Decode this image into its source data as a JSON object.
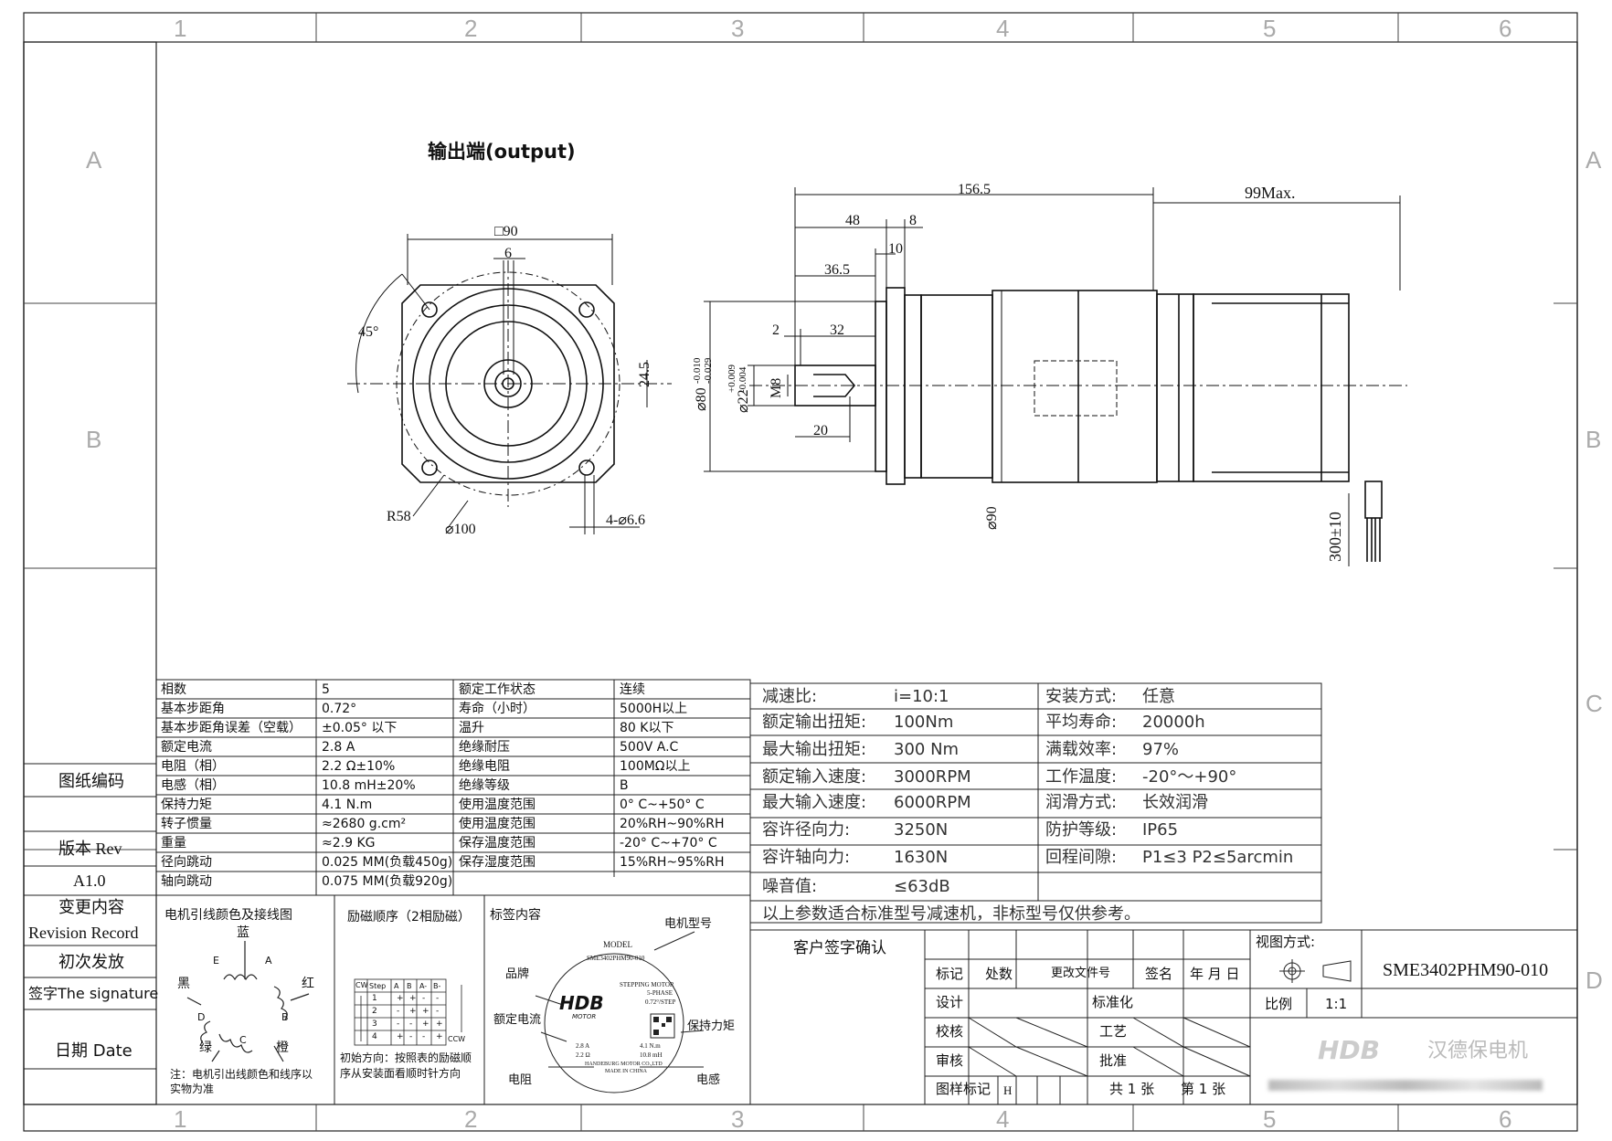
{
  "zones": {
    "columns": [
      "1",
      "2",
      "3",
      "4",
      "5",
      "6"
    ],
    "rows": [
      "A",
      "B",
      "C",
      "D"
    ]
  },
  "drawing": {
    "view_title": "输出端(output)",
    "front_dims": {
      "square": "□90",
      "key_width": "6",
      "angle": "45°",
      "key_height": "24.5",
      "radius": "R58",
      "pcd": "⌀100",
      "holes": "4-⌀6.6"
    },
    "side_dims": {
      "overall": "156.5",
      "motor_length": "99Max.",
      "d48": "48",
      "d8": "8",
      "d10": "10",
      "d36_5": "36.5",
      "d2": "2",
      "d32": "32",
      "d20": "20",
      "pilot_dia": "⌀80",
      "pilot_tol_upper": "-0.010",
      "pilot_tol_lower": "-0.029",
      "shaft_dia": "⌀22",
      "shaft_tol_upper": "+0.009",
      "shaft_tol_lower": "-0.004",
      "thread": "M8",
      "body_dia": "⌀90",
      "lead_length": "300±10"
    }
  },
  "motor_specs": [
    [
      "相数",
      "5",
      "额定工作状态",
      "连续"
    ],
    [
      "基本步距角",
      "0.72°",
      "寿命（小时）",
      "5000H以上"
    ],
    [
      "基本步距角误差（空载）",
      "±0.05° 以下",
      "温升",
      "80 K以下"
    ],
    [
      "额定电流",
      "2.8 A",
      "绝缘耐压",
      "500V A.C"
    ],
    [
      "电阻（相）",
      "2.2 Ω±10%",
      "绝缘电阻",
      "100MΩ以上"
    ],
    [
      "电感（相）",
      "10.8 mH±20%",
      "绝缘等级",
      "B"
    ],
    [
      "保持力矩",
      "4.1 N.m",
      "使用温度范围",
      "0° C~+50° C"
    ],
    [
      "转子惯量",
      "≈2680 g.cm²",
      "使用温度范围",
      "20%RH~90%RH"
    ],
    [
      "重量",
      "≈2.9 KG",
      "保存温度范围",
      "-20° C~+70° C"
    ],
    [
      "径向跳动",
      "0.025 MM(负载450g)",
      "保存湿度范围",
      "15%RH~95%RH"
    ],
    [
      "轴向跳动",
      "0.075 MM(负载920g)",
      "",
      ""
    ]
  ],
  "gear_specs": [
    [
      "减速比:",
      "i=10:1",
      "安装方式:",
      "任意"
    ],
    [
      "额定输出扭矩:",
      "100Nm",
      "平均寿命:",
      "20000h"
    ],
    [
      "最大输出扭矩:",
      "300 Nm",
      "满载效率:",
      "97%"
    ],
    [
      "额定输入速度:",
      "3000RPM",
      "工作温度:",
      "-20°～+90°"
    ],
    [
      "最大输入速度:",
      "6000RPM",
      "润滑方式:",
      "长效润滑"
    ],
    [
      "容许径向力:",
      "3250N",
      "防护等级:",
      "IP65"
    ],
    [
      "容许轴向力:",
      "1630N",
      "回程间隙:",
      "P1≤3    P2≤5arcmin"
    ],
    [
      "噪音值:",
      "≤63dB",
      "",
      ""
    ]
  ],
  "gear_note": "以上参数适合标准型号减速机，非标型号仅供参考。",
  "revision": {
    "drawing_no_label": "图纸编码",
    "version_label": "版本 Rev",
    "version": "A1.0",
    "change_label_cn": "变更内容",
    "change_label_en": "Revision Record",
    "initial": "初次发放",
    "signature": "签字The signature",
    "date": "日期 Date"
  },
  "wiring": {
    "title": "电机引线颜色及接线图",
    "blue": "蓝",
    "black": "黑",
    "red": "红",
    "green": "绿",
    "orange": "橙",
    "E": "E",
    "A": "A",
    "B": "B",
    "C": "C",
    "D": "D",
    "note": "注：电机引出线颜色和线序以实物为准"
  },
  "excitation": {
    "title": "励磁顺序（2相励磁）",
    "headers": [
      "Step",
      "A",
      "B",
      "A-",
      "B-"
    ],
    "rows": [
      [
        "1",
        "+",
        "+",
        "-",
        "-"
      ],
      [
        "2",
        "-",
        "+",
        "+",
        "-"
      ],
      [
        "3",
        "-",
        "-",
        "+",
        "+"
      ],
      [
        "4",
        "+",
        "-",
        "-",
        "+"
      ]
    ],
    "cw": "CW",
    "ccw": "CCW",
    "note": "初始方向：按照表的励磁顺序从安装面看顺时针方向"
  },
  "label": {
    "title": "标签内容",
    "motor_model": "电机型号",
    "brand": "品牌",
    "rated_current": "额定电流",
    "holding_torque": "保持力矩",
    "resistance": "电阻",
    "inductance": "电感",
    "model_label": "MODEL",
    "model_value": "SME3402PHM90-010",
    "stepping": "STEPPING MOTOR",
    "phase": "5-PHASE",
    "step": "0.72°/STEP",
    "current": "2.8 A",
    "torque": "4.1 N.m",
    "ohm": "2.2 Ω",
    "mh": "10.8 mH",
    "company": "HANDEBURG MOTOR CO.,LTD",
    "made": "MADE IN CHINA",
    "logo_text": "HDB",
    "logo_sub": "MOTOR"
  },
  "title_block": {
    "customer_sign": "客户签字确认",
    "view_method": "视图方式:",
    "model": "SME3402PHM90-010",
    "mark": "标记",
    "count": "处数",
    "change_doc": "更改文件号",
    "sign": "签名",
    "date": "年 月 日",
    "design": "设计",
    "standard": "标准化",
    "check": "校核",
    "process": "工艺",
    "review": "审核",
    "approve": "批准",
    "sample_mark": "图样标记",
    "sample_value": "H",
    "total": "共 1 张",
    "sheet": "第 1 张",
    "scale_label": "比例",
    "scale": "1:1",
    "brand_cn": "汉德保电机",
    "logo_text": "HDB"
  }
}
